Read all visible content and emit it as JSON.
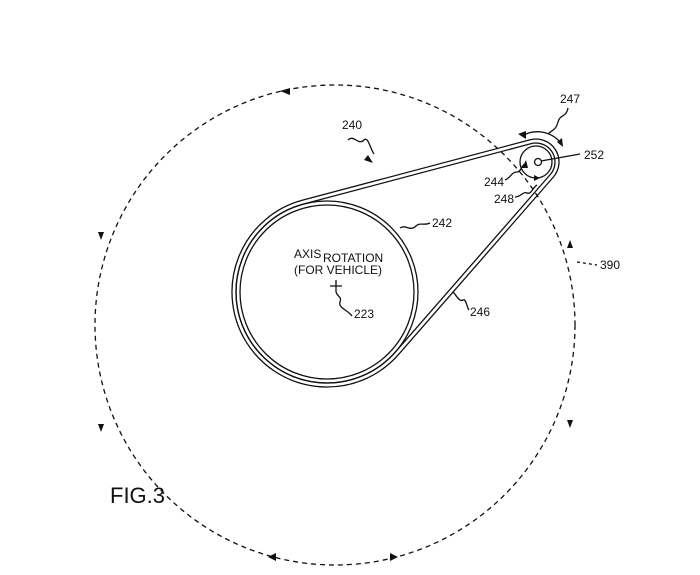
{
  "figure": {
    "title": "FIG.3",
    "axis_label_line1_a": "AXIS",
    "axis_label_line1_b": "ROTATION",
    "axis_label_line2": "(FOR VEHICLE)"
  },
  "reference_numerals": {
    "system": "240",
    "large_pulley": "242",
    "small_pulley": "244",
    "belt": "246",
    "rotation_arrow": "247",
    "pulley_rotation": "248",
    "pivot": "252",
    "axis": "223",
    "orbit_path": "390"
  },
  "colors": {
    "line": "#111111",
    "background": "#ffffff"
  }
}
